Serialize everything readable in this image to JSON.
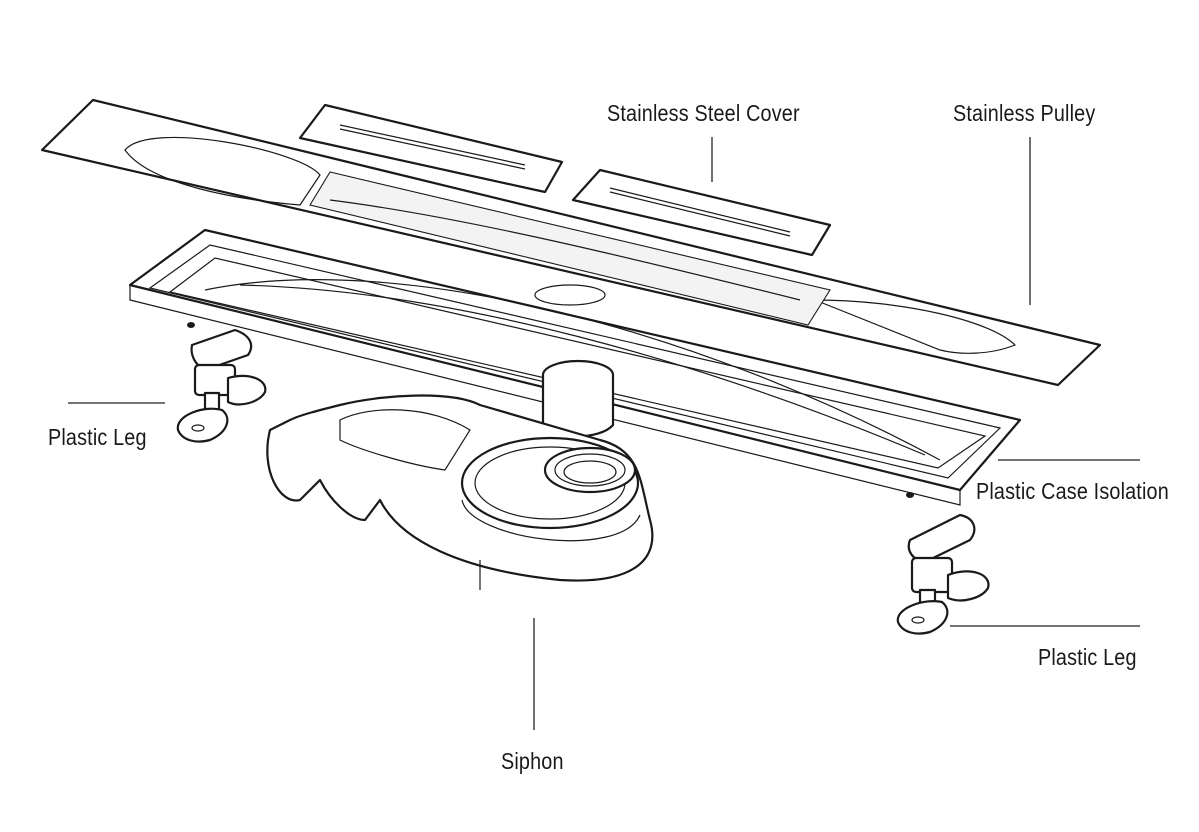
{
  "labels": {
    "stainless_steel_cover": "Stainless Steel Cover",
    "stainless_pulley": "Stainless Pulley",
    "plastic_leg_left": "Plastic Leg",
    "plastic_case_isolation": "Plastic Case Isolation",
    "plastic_leg_right": "Plastic Leg",
    "siphon": "Siphon"
  },
  "colors": {
    "line": "#1a1a1a",
    "background": "#ffffff"
  }
}
